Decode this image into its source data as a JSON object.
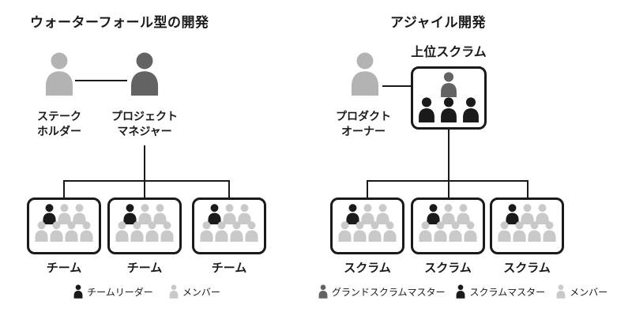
{
  "waterfall": {
    "title": "ウォーターフォール型の開発",
    "stakeholder_label": "ステーク\nホルダー",
    "manager_label": "プロジェクト\nマネジャー",
    "teams": [
      {
        "label": "チーム",
        "leaders": 1,
        "members": 6
      },
      {
        "label": "チーム",
        "leaders": 1,
        "members": 6
      },
      {
        "label": "チーム",
        "leaders": 1,
        "members": 6
      }
    ],
    "legend": [
      {
        "icon": "team-leader-icon",
        "label": "チームリーダー",
        "color": "#1a1a1a"
      },
      {
        "icon": "member-icon",
        "label": "メンバー",
        "color": "#c9c9c9"
      }
    ]
  },
  "agile": {
    "title": "アジャイル開発",
    "product_owner_label": "プロダクト\nオーナー",
    "upper_scrum_label": "上位スクラム",
    "upper_scrum": {
      "grand_scrum_masters": 1,
      "scrum_masters": 3
    },
    "scrums": [
      {
        "label": "スクラム",
        "scrum_masters": 1,
        "members": 6
      },
      {
        "label": "スクラム",
        "scrum_masters": 1,
        "members": 6
      },
      {
        "label": "スクラム",
        "scrum_masters": 1,
        "members": 6
      }
    ],
    "legend": [
      {
        "icon": "grand-scrum-master-icon",
        "label": "グランドスクラムマスター",
        "color": "#636363"
      },
      {
        "icon": "scrum-master-icon",
        "label": "スクラムマスター",
        "color": "#1a1a1a"
      },
      {
        "icon": "member-icon",
        "label": "メンバー",
        "color": "#c9c9c9"
      }
    ]
  },
  "colors": {
    "stakeholder": "#b3b3b3",
    "project_manager": "#636363",
    "product_owner": "#b3b3b3",
    "grand_scrum_master": "#636363",
    "team_leader": "#1a1a1a",
    "scrum_master": "#1a1a1a",
    "member": "#c9c9c9",
    "line": "#1a1a1a"
  }
}
